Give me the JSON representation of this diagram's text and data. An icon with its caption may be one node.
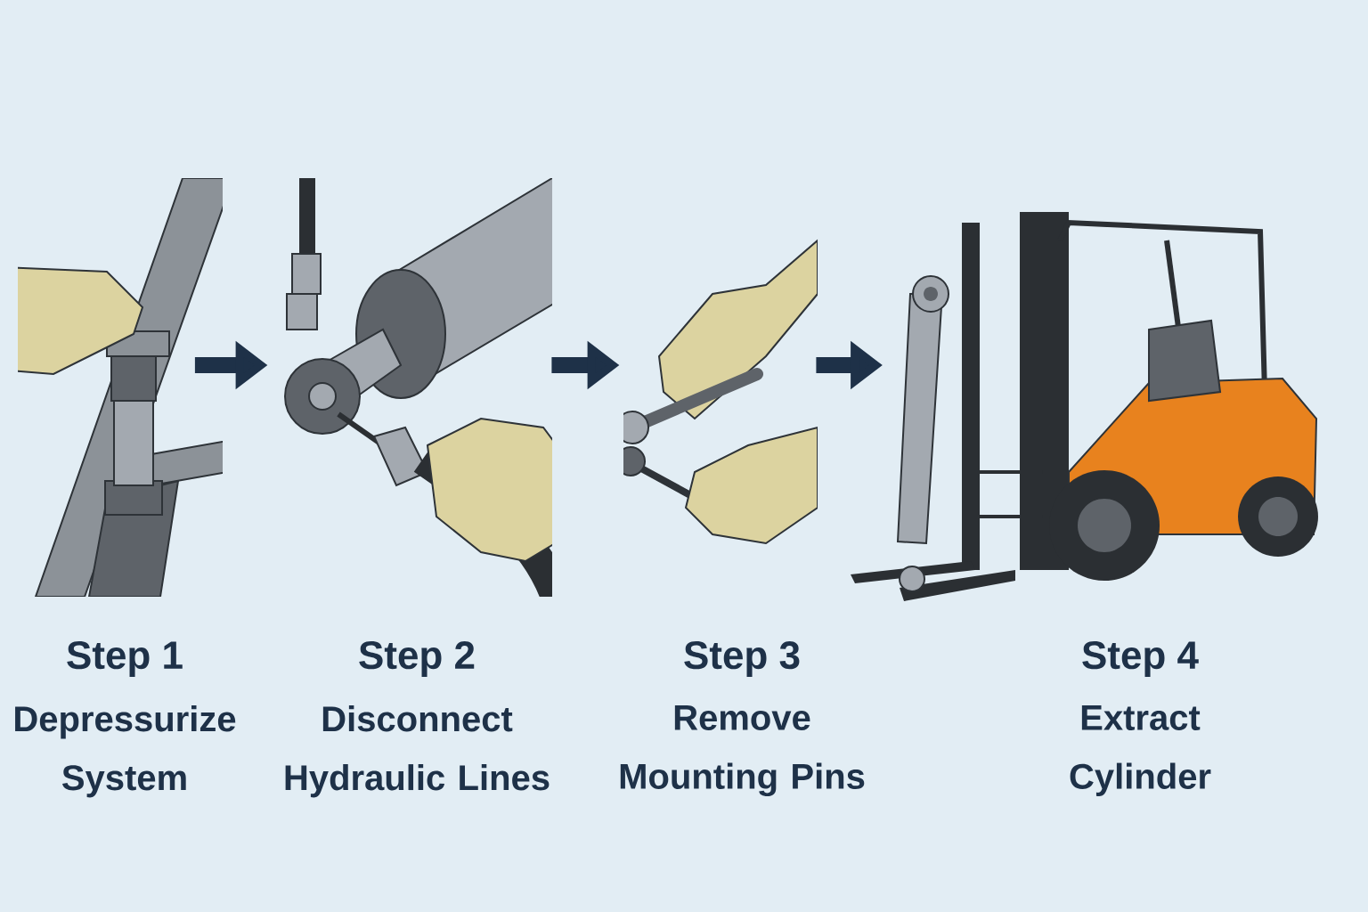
{
  "diagram": {
    "nodes": [
      {
        "text": [
          "Step 1",
          "Depressurize System"
        ]
      },
      {
        "text": [
          "Step 2",
          "Disconnect Hydraulic Lines"
        ]
      },
      {
        "text": [
          "Step 3",
          "Remove Mounting Pins"
        ]
      },
      {
        "text": [
          "Step 4",
          "Extract Cylinder"
        ]
      }
    ],
    "edges": [
      {
        "from": 0,
        "to": 1,
        "arrow": "to"
      },
      {
        "from": 1,
        "to": 2,
        "arrow": "to"
      },
      {
        "from": 2,
        "to": 3,
        "arrow": "to"
      }
    ]
  }
}
